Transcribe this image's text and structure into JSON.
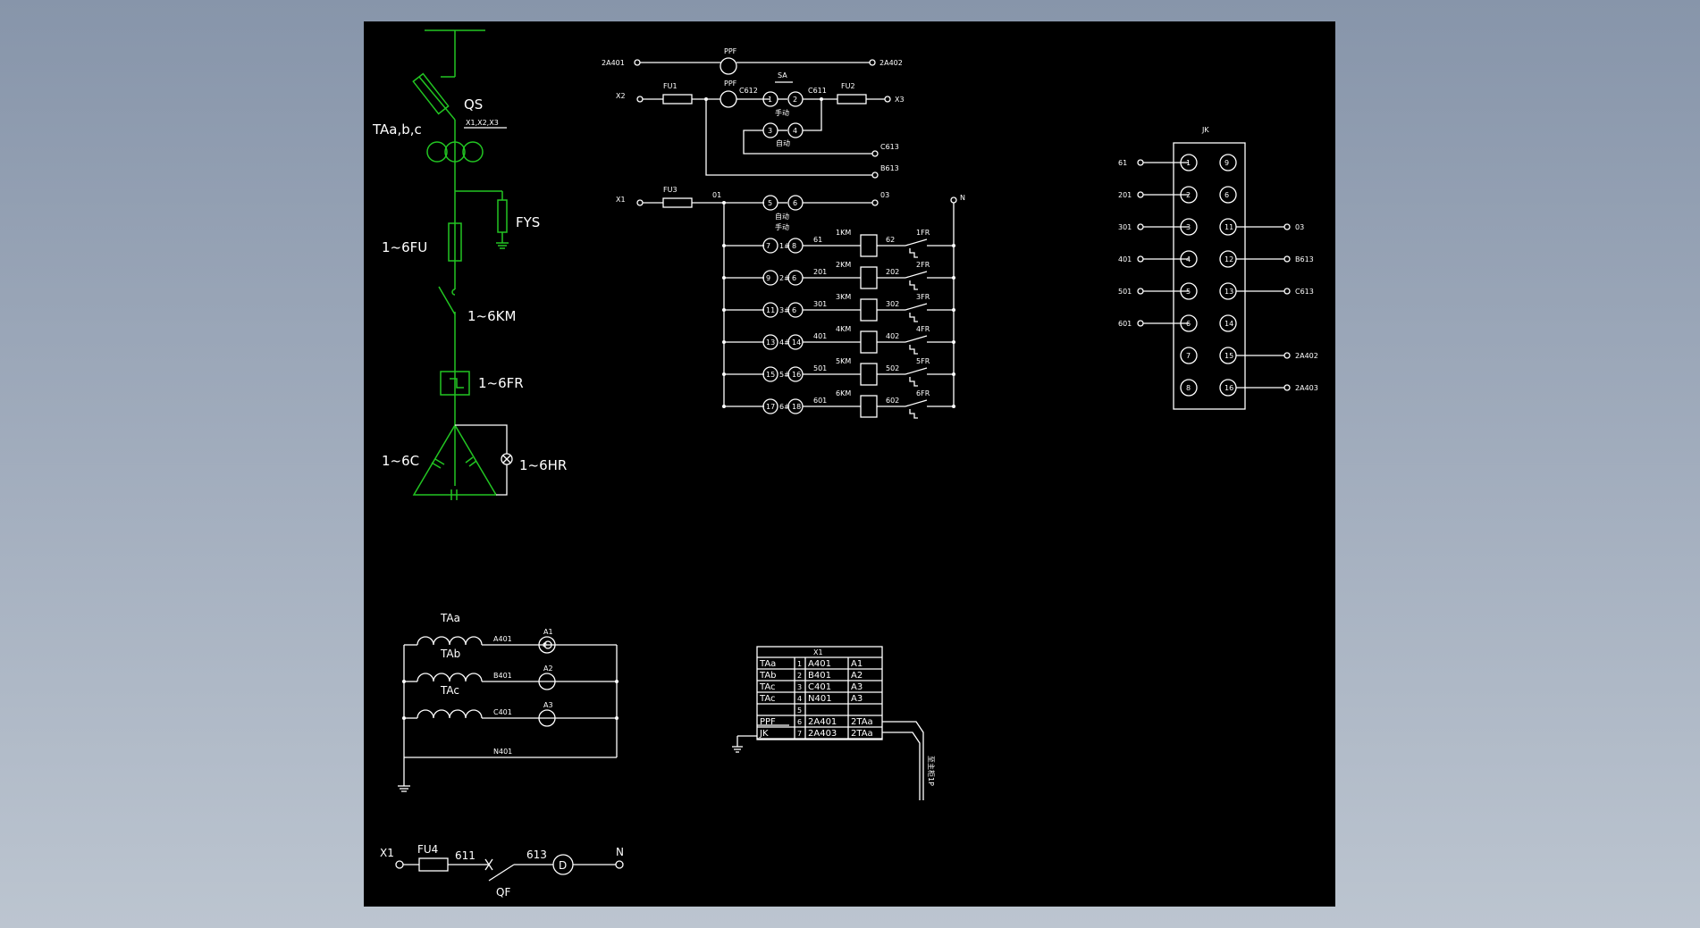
{
  "labels": {
    "qs": "QS",
    "ta_abc": "TAa,b,c",
    "x123": "X1,X2,X3",
    "fys": "FYS",
    "fu_1_6": "1~6FU",
    "km_1_6": "1~6KM",
    "fr_1_6": "1~6FR",
    "c_1_6": "1~6C",
    "hr_1_6": "1~6HR",
    "n2a401": "2A401",
    "n2a402": "2A402",
    "ppf": "PPF",
    "x2": "X2",
    "fu1": "FU1",
    "c612": "C612",
    "sa": "SA",
    "c611": "C611",
    "fu2": "FU2",
    "x3": "X3",
    "manual": "手动",
    "auto": "自动",
    "c613": "C613",
    "b613": "B613",
    "x1": "X1",
    "fu3": "FU3",
    "n01": "01",
    "n03": "03",
    "n_n": "N",
    "jk": "JK",
    "fu4": "FU4",
    "n611": "611",
    "n613": "613",
    "d": "D",
    "qf": "QF",
    "taa": "TAa",
    "tab": "TAb",
    "tac": "TAc",
    "a401": "A401",
    "b401": "B401",
    "c401": "C401",
    "n401": "N401",
    "a1": "A1",
    "a2": "A2",
    "a3": "A3",
    "cable": "至主柜1P"
  },
  "relay_rows": [
    {
      "a": "7",
      "mid": "1#",
      "b": "8",
      "wire": "61",
      "km": "1KM",
      "out": "62",
      "fr": "1FR"
    },
    {
      "a": "9",
      "mid": "2#",
      "b": "6",
      "wire": "201",
      "km": "2KM",
      "out": "202",
      "fr": "2FR"
    },
    {
      "a": "11",
      "mid": "3#",
      "b": "6",
      "wire": "301",
      "km": "3KM",
      "out": "302",
      "fr": "3FR"
    },
    {
      "a": "13",
      "mid": "4#",
      "b": "14",
      "wire": "401",
      "km": "4KM",
      "out": "402",
      "fr": "4FR"
    },
    {
      "a": "15",
      "mid": "5#",
      "b": "16",
      "wire": "501",
      "km": "5KM",
      "out": "502",
      "fr": "5FR"
    },
    {
      "a": "17",
      "mid": "6#",
      "b": "18",
      "wire": "601",
      "km": "6KM",
      "out": "602",
      "fr": "6FR"
    }
  ],
  "jk_rows": [
    {
      "left": "61",
      "a": "1",
      "b": "9",
      "right": ""
    },
    {
      "left": "201",
      "a": "2",
      "b": "6",
      "right": ""
    },
    {
      "left": "301",
      "a": "3",
      "b": "11",
      "right": "03"
    },
    {
      "left": "401",
      "a": "4",
      "b": "12",
      "right": "B613"
    },
    {
      "left": "501",
      "a": "5",
      "b": "13",
      "right": "C613"
    },
    {
      "left": "601",
      "a": "6",
      "b": "14",
      "right": ""
    },
    {
      "left": "",
      "a": "7",
      "b": "15",
      "right": "2A402"
    },
    {
      "left": "",
      "a": "8",
      "b": "16",
      "right": "2A403"
    }
  ],
  "terminal_table": {
    "title": "X1",
    "rows": [
      [
        "TAa",
        "1",
        "A401",
        "A1"
      ],
      [
        "TAb",
        "2",
        "B401",
        "A2"
      ],
      [
        "TAc",
        "3",
        "C401",
        "A3"
      ],
      [
        "TAc",
        "4",
        "N401",
        "A3"
      ],
      [
        "",
        "5",
        "",
        ""
      ],
      [
        "PPF",
        "6",
        "2A401",
        "2TAa"
      ],
      [
        "JK",
        "7",
        "2A403",
        "2TAa"
      ]
    ]
  },
  "colors": {
    "background": "#8c9ab0",
    "canvas": "#000000",
    "wire": "#ffffff",
    "green": "#22c522"
  }
}
